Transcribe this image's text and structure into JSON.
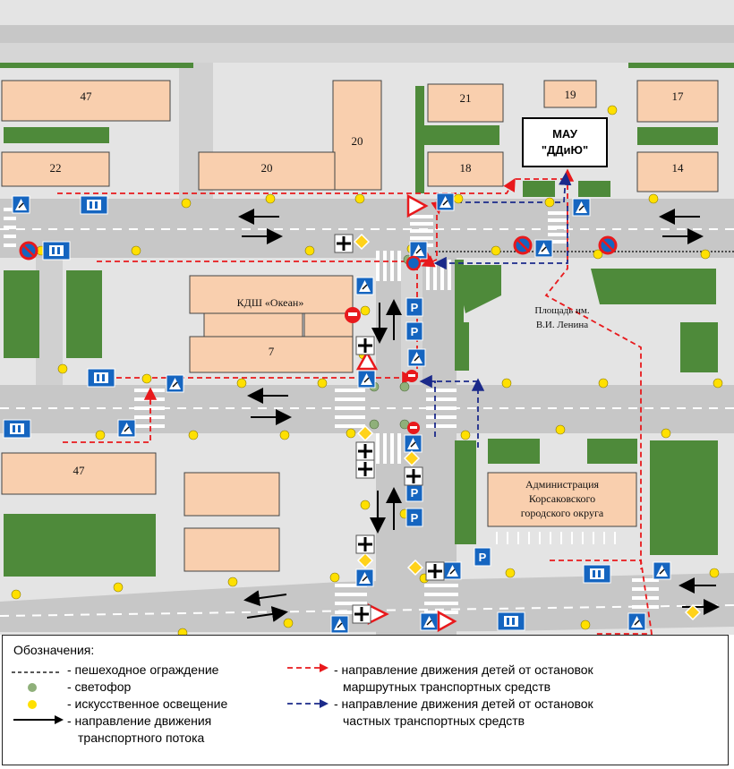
{
  "labels": {
    "b47_top": "47",
    "b22": "22",
    "b20_top": "20",
    "b20_mid": "20",
    "b21": "21",
    "b19": "19",
    "b17": "17",
    "b18": "18",
    "b14": "14",
    "mau_line1": "МАУ",
    "mau_line2": "\"ДДиЮ\"",
    "ksh": "КДШ «Океан»",
    "b7": "7",
    "b47_bottom": "47",
    "square_line1": "Площадь им.",
    "square_line2": "В.И. Ленина",
    "admin_line1": "Администрация",
    "admin_line2": "Корсаковского",
    "admin_line3": "городского округа"
  },
  "legend": {
    "title": "Обозначения:",
    "fence": "- пешеходное ограждение",
    "traffic_light": "- светофор",
    "lighting": "- искусственное освещение",
    "traffic_flow_1": "- направление движения",
    "traffic_flow_2": "транспортного потока",
    "children_public_1": "- направление движения детей от остановок",
    "children_public_2": "маршрутных транспортных средств",
    "children_private_1": "- направление движения детей от остановок",
    "children_private_2": "частных транспортных средств"
  },
  "colors": {
    "building": "#f9cfae",
    "greenery": "#4e8a3a",
    "road": "#c7c7c7",
    "block": "#e4e4e4",
    "lamp": "#ffe000",
    "signal": "#8fb07a",
    "route_public": "#e8191c",
    "route_private": "#1b2a8a",
    "sign_blue": "#1565c0"
  },
  "icons": [
    "pedestrian-crossing-sign",
    "bus-stop-sign",
    "parking-sign",
    "no-stopping-sign",
    "yield-sign",
    "no-entry-sign",
    "priority-road-sign",
    "lamp-icon",
    "traffic-light-icon"
  ]
}
